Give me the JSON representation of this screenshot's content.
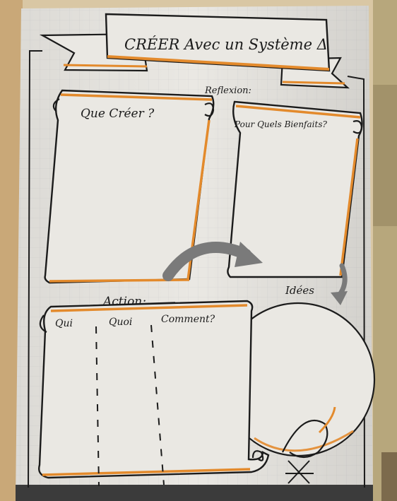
{
  "banner": {
    "title": "CRÉER Avec un Système Δ"
  },
  "reflexion": {
    "label": "Reflexion:",
    "scroll_left_label": "Que Créer ?",
    "scroll_right_label": "Pour Quels Bienfaits?"
  },
  "idees": {
    "label": "Idées"
  },
  "action": {
    "label": "Action:",
    "columns": [
      "Qui",
      "Quoi",
      "Comment?"
    ]
  },
  "colors": {
    "paper": "#eae8e3",
    "ink": "#1b1b1b",
    "orange": "#e38a2c",
    "arrow_gray": "#7a7a7a",
    "background": "#d9c7a4"
  }
}
